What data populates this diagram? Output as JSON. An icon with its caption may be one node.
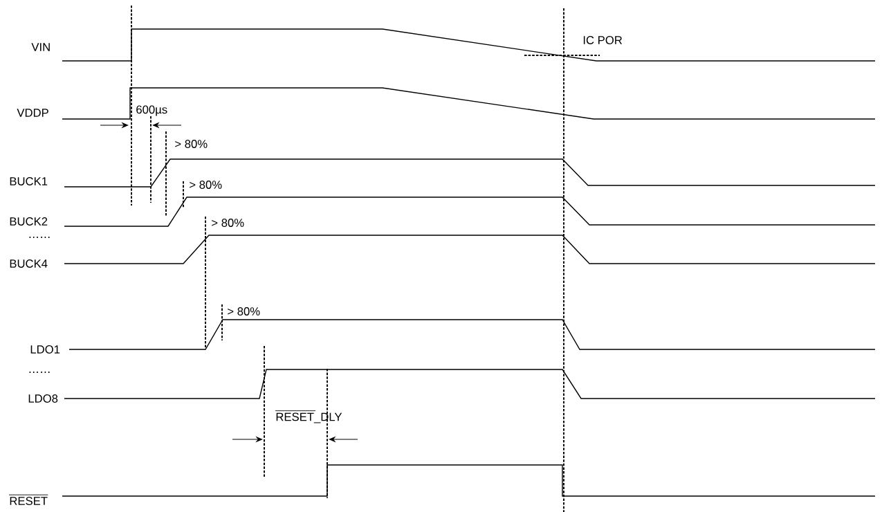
{
  "diagram": {
    "labels": [
      "VIN",
      "IC POR",
      "VDDP",
      "600µs",
      "> 80%",
      "BUCK1",
      "> 80%",
      "BUCK2",
      "……",
      "> 80%",
      "BUCK4",
      "> 80%",
      "LDO1",
      "……",
      "LDO8",
      "RESET_DLY",
      "RESET"
    ]
  }
}
